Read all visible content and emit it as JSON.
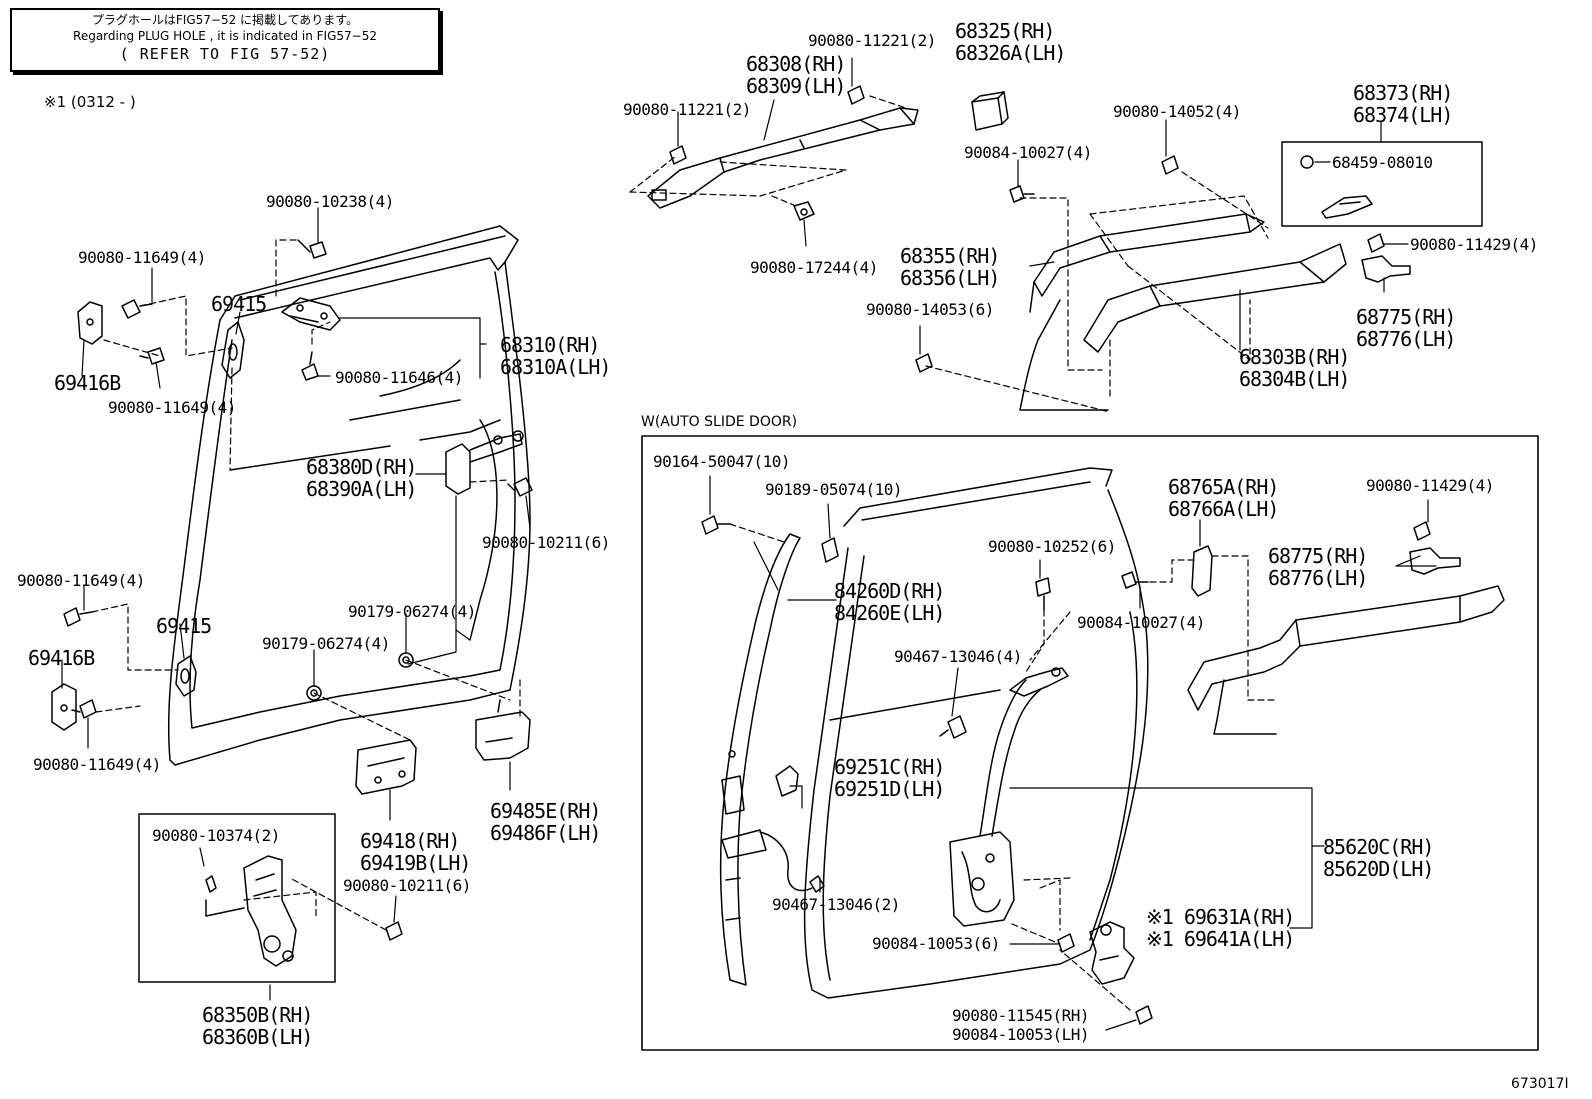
{
  "note": {
    "japanese": "プラグホールはFIG57−52 に掲載してあります。",
    "english": "Regarding PLUG HOLE , it is indicated in FIG57−52",
    "refer": "( REFER TO FIG 57-52)"
  },
  "footnote": "※1 (0312 -        )",
  "section_title": "W(AUTO SLIDE DOOR)",
  "figure_id": "673017I",
  "labels": {
    "n90080_11221_a": "90080-11221(2)",
    "n90080_11221_b": "90080-11221(2)",
    "n68325": "68325(RH)",
    "n68326A": "68326A(LH)",
    "n68308": "68308(RH)",
    "n68309": "68309(LH)",
    "n90080_17244": "90080-17244(4)",
    "n68373": "68373(RH)",
    "n68374": "68374(LH)",
    "n68459": "68459-08010",
    "n90080_14052": "90080-14052(4)",
    "n90084_10027_top": "90084-10027(4)",
    "n68355": "68355(RH)",
    "n68356": "68356(LH)",
    "n90080_14053": "90080-14053(6)",
    "n90080_11429_top": "90080-11429(4)",
    "n68775_top": "68775(RH)",
    "n68776_top": "68776(LH)",
    "n68303B": "68303B(RH)",
    "n68304B": "68304B(LH)",
    "n90080_10238": "90080-10238(4)",
    "n90080_11649_a": "90080-11649(4)",
    "n69415_a": "69415",
    "n68310": "68310(RH)",
    "n68310A": "68310A(LH)",
    "n69416B_a": "69416B",
    "n90080_11649_b": "90080-11649(4)",
    "n90080_11646": "90080-11646(4)",
    "n68380D": "68380D(RH)",
    "n68390A": "68390A(LH)",
    "n90080_10211_a": "90080-10211(6)",
    "n90080_11649_c": "90080-11649(4)",
    "n69415_b": "69415",
    "n69416B_b": "69416B",
    "n90179_06274_a": "90179-06274(4)",
    "n90179_06274_b": "90179-06274(4)",
    "n90080_11649_d": "90080-11649(4)",
    "n69418": "69418(RH)",
    "n69419B": "69419B(LH)",
    "n69485E": "69485E(RH)",
    "n69486F": "69486F(LH)",
    "n90080_10374": "90080-10374(2)",
    "n90080_10211_b": "90080-10211(6)",
    "n68350B": "68350B(RH)",
    "n68360B": "68360B(LH)",
    "n90164_50047": "90164-50047(10)",
    "n90189_05074": "90189-05074(10)",
    "n84260D": "84260D(RH)",
    "n84260E": "84260E(LH)",
    "n69251C": "69251C(RH)",
    "n69251D": "69251D(LH)",
    "n90467_13046_b": "90467-13046(2)",
    "n90080_10252": "90080-10252(6)",
    "n90467_13046_a": "90467-13046(4)",
    "n68765A": "68765A(RH)",
    "n68766A": "68766A(LH)",
    "n90084_10027_w": "90084-10027(4)",
    "n90080_11429_w": "90080-11429(4)",
    "n68775_w": "68775(RH)",
    "n68776_w": "68776(LH)",
    "n85620C": "85620C(RH)",
    "n85620D": "85620D(LH)",
    "n69631A": "※1 69631A(RH)",
    "n69641A": "※1 69641A(LH)",
    "n90084_10053_a": "90084-10053(6)",
    "n90080_11545": "90080-11545(RH)",
    "n90084_10053_b": "90084-10053(LH)"
  }
}
